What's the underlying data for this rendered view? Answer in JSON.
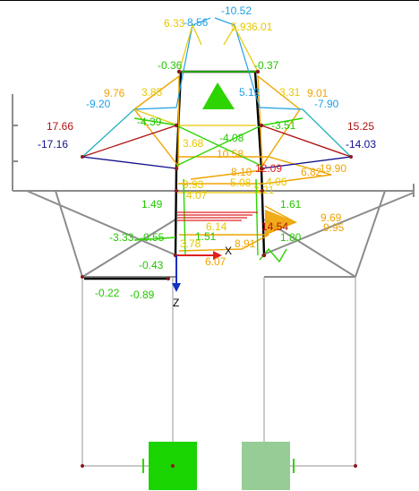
{
  "colors": {
    "structure": "#8c8c8c",
    "member_dark": "#000000",
    "node": "#8b1a1a",
    "green": "#2ed400",
    "green_label": "#22c800",
    "orange": "#f0a400",
    "yellow": "#e6c800",
    "cyan": "#1ea0e6",
    "darkred": "#b01010",
    "navy": "#10108c",
    "red": "#e02020",
    "blue_axis": "#1030c0",
    "support_bright": "#19d400",
    "support_pale": "#96cc96"
  },
  "axes": {
    "x_label": "X",
    "z_label": "Z"
  },
  "labels": [
    {
      "id": "v1052",
      "text": "-10.52",
      "color": "cyan"
    },
    {
      "id": "v633",
      "text": "6.33",
      "color": "yellow"
    },
    {
      "id": "v856",
      "text": "-8.56",
      "color": "cyan"
    },
    {
      "id": "v593",
      "text": "5.93",
      "color": "yellow"
    },
    {
      "id": "v601",
      "text": "6.01",
      "color": "yellow"
    },
    {
      "id": "vm036",
      "text": "-0.36",
      "color": "green_label"
    },
    {
      "id": "vm037",
      "text": "-0.37",
      "color": "green_label"
    },
    {
      "id": "v976",
      "text": "9.76",
      "color": "orange"
    },
    {
      "id": "vm920",
      "text": "-9.20",
      "color": "cyan"
    },
    {
      "id": "v901",
      "text": "9.01",
      "color": "orange"
    },
    {
      "id": "vm790",
      "text": "-7.90",
      "color": "cyan"
    },
    {
      "id": "v385",
      "text": "3.85",
      "color": "yellow"
    },
    {
      "id": "v331",
      "text": "3.31",
      "color": "yellow"
    },
    {
      "id": "v512",
      "text": "5.12",
      "color": "cyan"
    },
    {
      "id": "vm439",
      "text": "-4.39",
      "color": "green_label"
    },
    {
      "id": "vm351",
      "text": "-3.51",
      "color": "green_label"
    },
    {
      "id": "v1766",
      "text": "17.66",
      "color": "darkred"
    },
    {
      "id": "vm1716",
      "text": "-17.16",
      "color": "navy"
    },
    {
      "id": "v1525",
      "text": "15.25",
      "color": "darkred"
    },
    {
      "id": "vm1403",
      "text": "-14.03",
      "color": "navy"
    },
    {
      "id": "v368",
      "text": "3.68",
      "color": "yellow"
    },
    {
      "id": "vm408",
      "text": "-4.08",
      "color": "green_label"
    },
    {
      "id": "v1058",
      "text": "10.58",
      "color": "orange"
    },
    {
      "id": "v1209",
      "text": "12.09",
      "color": "red"
    },
    {
      "id": "v810",
      "text": "8.10",
      "color": "orange"
    },
    {
      "id": "v682",
      "text": "6.82",
      "color": "orange"
    },
    {
      "id": "v1990",
      "text": "19.90",
      "color": "orange"
    },
    {
      "id": "v993",
      "text": "9.93",
      "color": "yellow"
    },
    {
      "id": "v508",
      "text": "5.08",
      "color": "yellow"
    },
    {
      "id": "v407",
      "text": "4.07",
      "color": "yellow"
    },
    {
      "id": "v321",
      "text": "3.21",
      "color": "yellow"
    },
    {
      "id": "v406",
      "text": "4.06",
      "color": "yellow"
    },
    {
      "id": "v149",
      "text": "1.49",
      "color": "green_label"
    },
    {
      "id": "v161",
      "text": "1.61",
      "color": "green_label"
    },
    {
      "id": "v614",
      "text": "6.14",
      "color": "yellow"
    },
    {
      "id": "v1454",
      "text": "14.54",
      "color": "darkred"
    },
    {
      "id": "v969",
      "text": "9.69",
      "color": "orange"
    },
    {
      "id": "v995",
      "text": "9.95",
      "color": "orange"
    },
    {
      "id": "vm333",
      "text": "-3.33",
      "color": "green_label"
    },
    {
      "id": "vm055",
      "text": "-0.55",
      "color": "green_label"
    },
    {
      "id": "v151",
      "text": "1.51",
      "color": "green_label"
    },
    {
      "id": "v180",
      "text": "1.80",
      "color": "green_label"
    },
    {
      "id": "v378",
      "text": "3.78",
      "color": "yellow"
    },
    {
      "id": "v891",
      "text": "8.91",
      "color": "orange"
    },
    {
      "id": "v607",
      "text": "6.07",
      "color": "orange"
    },
    {
      "id": "vm043",
      "text": "-0.43",
      "color": "green_label"
    },
    {
      "id": "vm022",
      "text": "-0.22",
      "color": "green_label"
    },
    {
      "id": "vm089",
      "text": "-0.89",
      "color": "green_label"
    }
  ]
}
